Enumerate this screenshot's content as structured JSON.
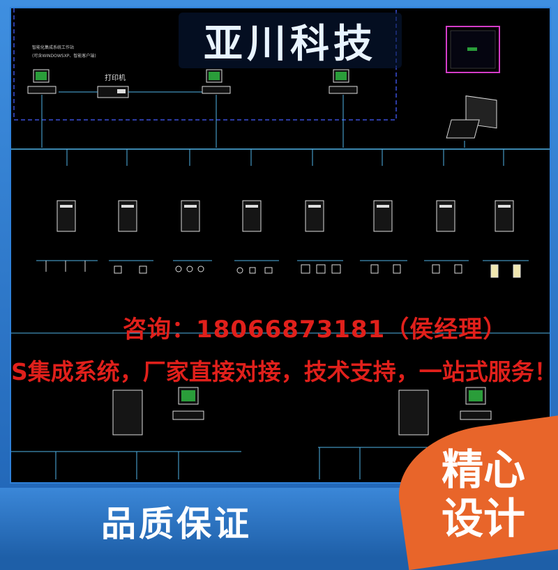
{
  "brand": {
    "name": "亚川科技"
  },
  "ad": {
    "consult": "咨询：18066873181（侯经理）",
    "services": "S集成系统，厂家直接对接，技术支持，一站式服务！",
    "quality": "品质保证",
    "corner_line1": "精心",
    "corner_line2": "设计"
  },
  "diagram": {
    "workstation_group_label": "智能化集成系统工作站",
    "workstation_group_sublabel": "(可含WINDOWSXP、智能客户端)",
    "printer_label": "打印机",
    "subsystem_count": 8,
    "lower_network_groups": 2
  },
  "colors": {
    "background": "#000000",
    "line": "#4fb3e8",
    "dashed_group": "#3a4fd8",
    "monitor_frame": "#d43cc8",
    "ad_red": "#e0201b",
    "accent_orange": "#e8652a",
    "frame_blue": "#1e5fa8"
  }
}
